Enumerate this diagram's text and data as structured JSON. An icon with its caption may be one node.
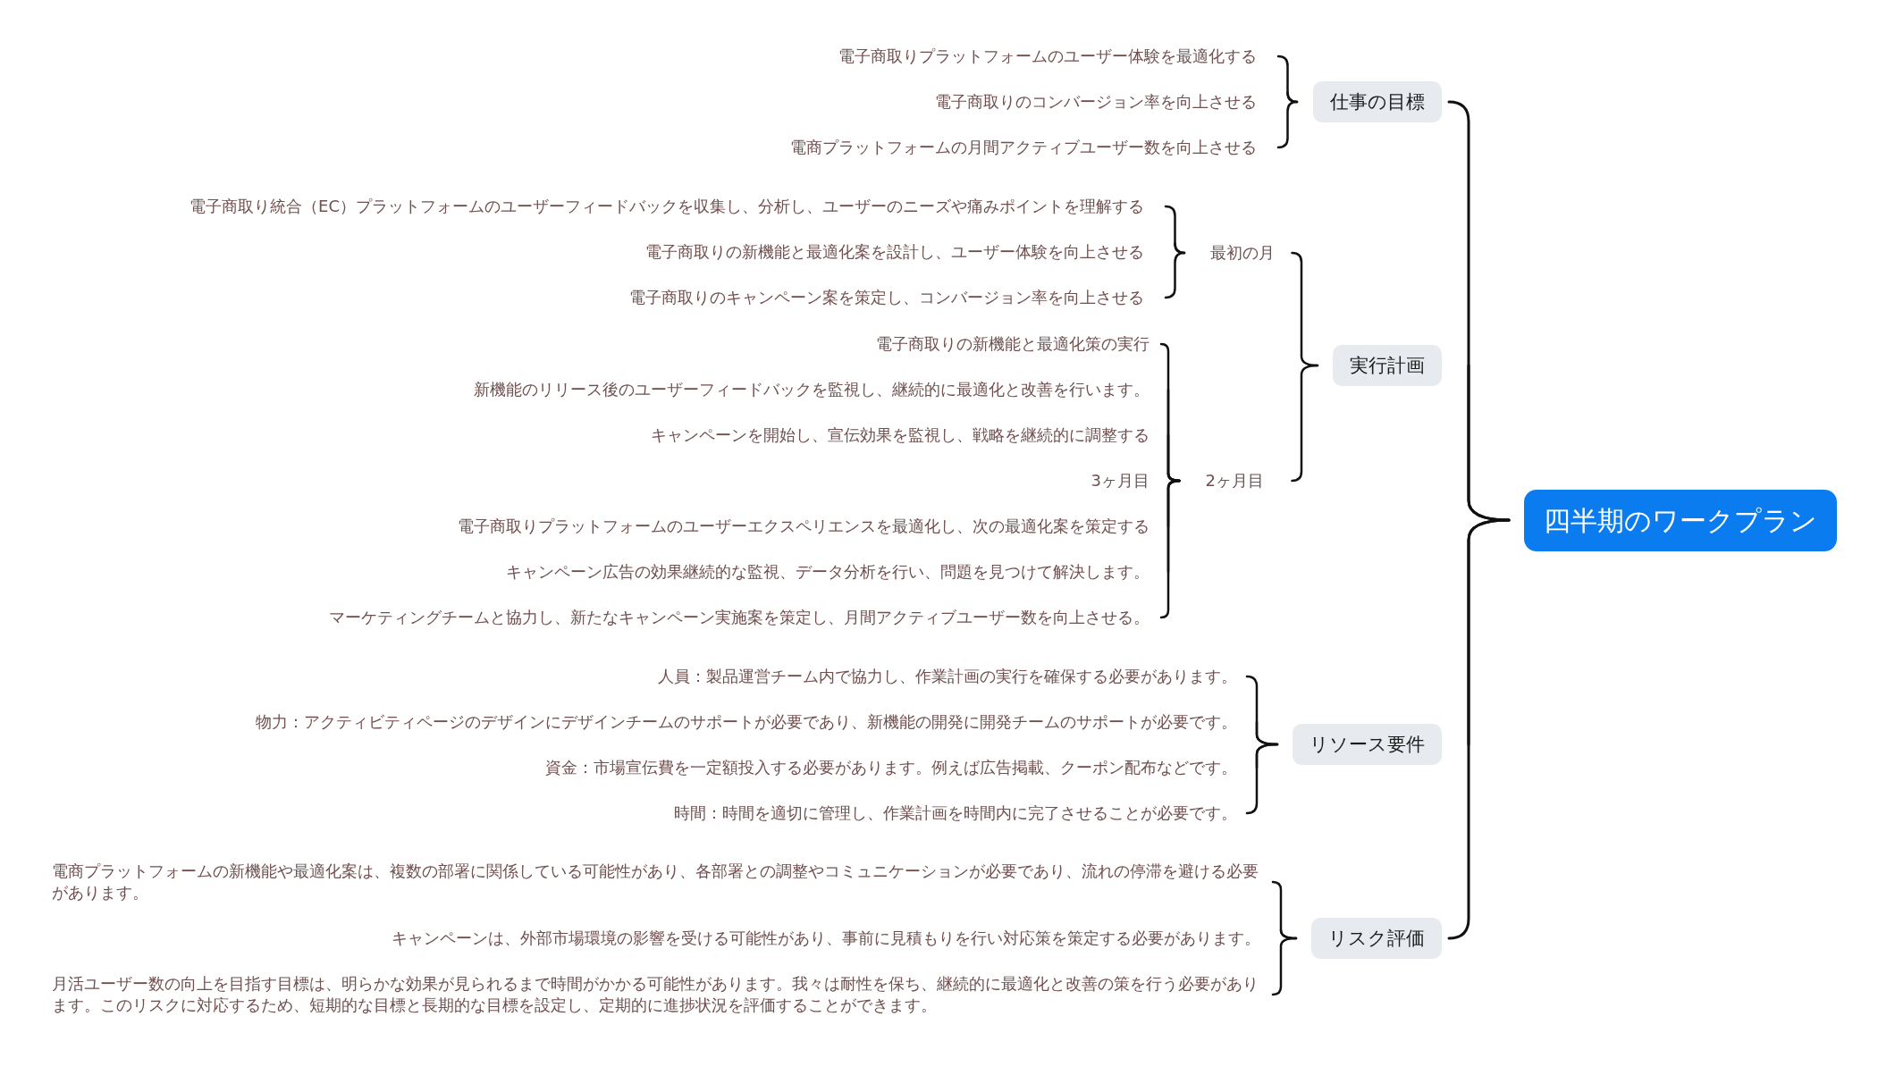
{
  "diagram": {
    "nodes": [
      {
        "text": [
          "四半期のワークプラン"
        ]
      },
      {
        "text": [
          "仕事の目標"
        ]
      },
      {
        "text": [
          "電子商取りプラットフォームのユーザー体験を最適化する"
        ]
      },
      {
        "text": [
          "電子商取りのコンバージョン率を向上させる"
        ]
      },
      {
        "text": [
          "電商プラットフォームの月間アクティブユーザー数を向上させる"
        ]
      },
      {
        "text": [
          "実行計画"
        ]
      },
      {
        "text": [
          "最初の月"
        ]
      },
      {
        "text": [
          "電子商取り統合（EC）プラットフォームのユーザーフィードバックを収集し、分析し、ユーザーのニーズや痛みポイントを理解する"
        ]
      },
      {
        "text": [
          "電子商取りの新機能と最適化案を設計し、ユーザー体験を向上させる"
        ]
      },
      {
        "text": [
          "電子商取りのキャンペーン案を策定し、コンバージョン率を向上させる"
        ]
      },
      {
        "text": [
          "2ヶ月目"
        ]
      },
      {
        "text": [
          "電子商取りの新機能と最適化策の実行"
        ]
      },
      {
        "text": [
          "新機能のリリース後のユーザーフィードバックを監視し、継続的に最適化と改善を行います。"
        ]
      },
      {
        "text": [
          "キャンペーンを開始し、宣伝効果を監視し、戦略を継続的に調整する"
        ]
      },
      {
        "text": [
          "3ヶ月目"
        ]
      },
      {
        "text": [
          "電子商取りプラットフォームのユーザーエクスペリエンスを最適化し、次の最適化案を策定する"
        ]
      },
      {
        "text": [
          "キャンペーン広告の効果継続的な監視、データ分析を行い、問題を見つけて解決します。"
        ]
      },
      {
        "text": [
          "マーケティングチームと協力し、新たなキャンペーン実施案を策定し、月間アクティブユーザー数を向上させる。"
        ]
      },
      {
        "text": [
          "リソース要件"
        ]
      },
      {
        "text": [
          "人員：製品運営チーム内で協力し、作業計画の実行を確保する必要があります。"
        ]
      },
      {
        "text": [
          "物力：アクティビティページのデザインにデザインチームのサポートが必要であり、新機能の開発に開発チームのサポートが必要です。"
        ]
      },
      {
        "text": [
          "資金：市場宣伝費を一定額投入する必要があります。例えば広告掲載、クーポン配布などです。"
        ]
      },
      {
        "text": [
          "時間：時間を適切に管理し、作業計画を時間内に完了させることが必要です。"
        ]
      },
      {
        "text": [
          "リスク評価"
        ]
      },
      {
        "text": [
          "電商プラットフォームの新機能や最適化案は、複数の部署に関係している可能性があり、各部署との調整やコミュニケーションが必要であり、流れの停滞を避ける必要があります。"
        ]
      },
      {
        "text": [
          "キャンペーンは、外部市場環境の影響を受ける可能性があり、事前に見積もりを行い対応策を策定する必要があります。"
        ]
      },
      {
        "text": [
          "月活ユーザー数の向上を目指す目標は、明らかな効果が見られるまで時間がかかる可能性があります。我々は耐性を保ち、継続的に最適化と改善の策を行う必要があります。このリスクに対応するため、短期的な目標と長期的な目標を設定し、定期的に進捗状況を評価することができます。"
        ]
      }
    ],
    "edges": [
      {
        "from": 0,
        "to": 1,
        "arrow": "none"
      },
      {
        "from": 0,
        "to": 5,
        "arrow": "none"
      },
      {
        "from": 0,
        "to": 18,
        "arrow": "none"
      },
      {
        "from": 0,
        "to": 23,
        "arrow": "none"
      },
      {
        "from": 1,
        "to": 2,
        "arrow": "none"
      },
      {
        "from": 1,
        "to": 3,
        "arrow": "none"
      },
      {
        "from": 1,
        "to": 4,
        "arrow": "none"
      },
      {
        "from": 5,
        "to": 6,
        "arrow": "none"
      },
      {
        "from": 5,
        "to": 10,
        "arrow": "none"
      },
      {
        "from": 6,
        "to": 7,
        "arrow": "none"
      },
      {
        "from": 6,
        "to": 8,
        "arrow": "none"
      },
      {
        "from": 6,
        "to": 9,
        "arrow": "none"
      },
      {
        "from": 10,
        "to": 11,
        "arrow": "none"
      },
      {
        "from": 10,
        "to": 12,
        "arrow": "none"
      },
      {
        "from": 10,
        "to": 13,
        "arrow": "none"
      },
      {
        "from": 10,
        "to": 14,
        "arrow": "none"
      },
      {
        "from": 10,
        "to": 15,
        "arrow": "none"
      },
      {
        "from": 10,
        "to": 16,
        "arrow": "none"
      },
      {
        "from": 10,
        "to": 17,
        "arrow": "none"
      },
      {
        "from": 18,
        "to": 19,
        "arrow": "none"
      },
      {
        "from": 18,
        "to": 20,
        "arrow": "none"
      },
      {
        "from": 18,
        "to": 21,
        "arrow": "none"
      },
      {
        "from": 18,
        "to": 22,
        "arrow": "none"
      },
      {
        "from": 23,
        "to": 24,
        "arrow": "none"
      },
      {
        "from": 23,
        "to": 25,
        "arrow": "none"
      },
      {
        "from": 23,
        "to": 26,
        "arrow": "none"
      }
    ]
  }
}
